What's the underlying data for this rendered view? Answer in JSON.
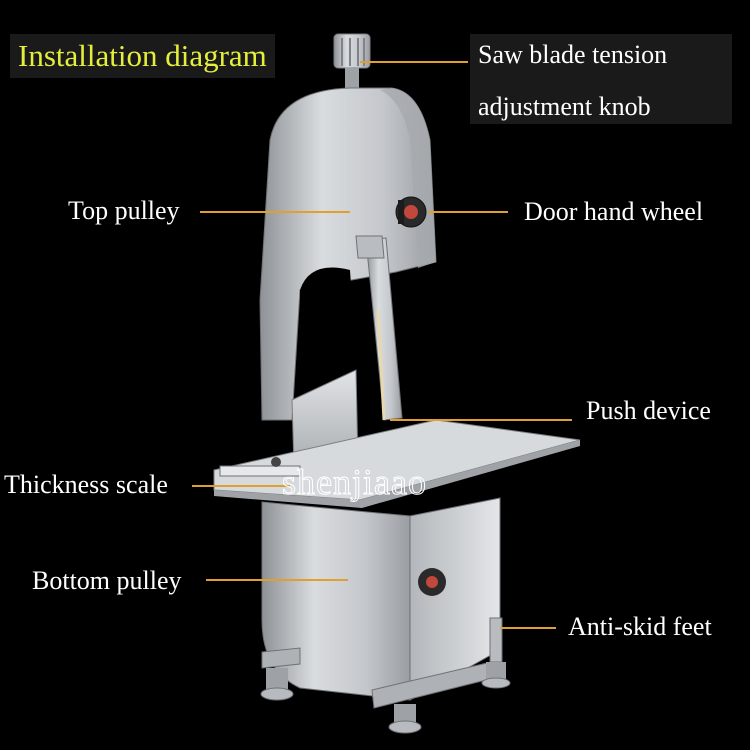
{
  "title": "Installation diagram",
  "watermark": "shenjiaao",
  "labels": {
    "saw_blade_tension_line1": "Saw blade tension",
    "saw_blade_tension_line2": "adjustment knob",
    "top_pulley": "Top pulley",
    "door_hand_wheel": "Door hand wheel",
    "push_device": "Push device",
    "thickness_scale": "Thickness scale",
    "bottom_pulley": "Bottom pulley",
    "anti_skid_feet": "Anti-skid feet"
  },
  "colors": {
    "background": "#000000",
    "title": "#e6ee3c",
    "leader_line": "#e0a030",
    "steel": "#c9ccd0",
    "text": "#ffffff"
  }
}
